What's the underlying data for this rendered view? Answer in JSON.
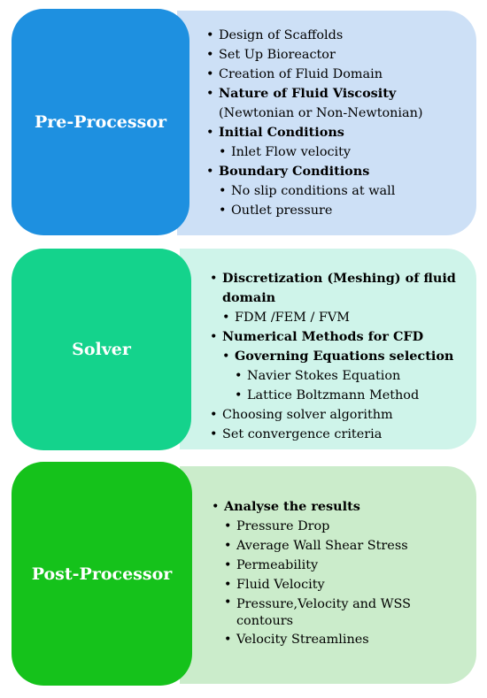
{
  "panels": [
    {
      "label": "Pre-Processor",
      "label_color": "#1e90e0",
      "detail_color": "#cde0f6",
      "items": [
        {
          "text": "Design of Scaffolds",
          "level": 1,
          "bold": false
        },
        {
          "text": "Set Up Bioreactor",
          "level": 1,
          "bold": false
        },
        {
          "text": "Creation of Fluid Domain",
          "level": 1,
          "bold": false
        },
        {
          "text": "Nature of Fluid Viscosity",
          "level": 1,
          "bold": true,
          "note": "(Newtonian or Non-Newtonian)"
        },
        {
          "text": "Initial Conditions",
          "level": 1,
          "bold": true
        },
        {
          "text": "Inlet Flow velocity",
          "level": 2,
          "bold": false
        },
        {
          "text": "Boundary Conditions",
          "level": 1,
          "bold": true
        },
        {
          "text": "No slip conditions at wall",
          "level": 2,
          "bold": false
        },
        {
          "text": "Outlet pressure",
          "level": 2,
          "bold": false
        }
      ]
    },
    {
      "label": "Solver",
      "label_color": "#14d38c",
      "detail_color": "#cff4ea",
      "items": [
        {
          "text": "Discretization (Meshing) of fluid",
          "level": 1,
          "bold": true,
          "continuation": "domain"
        },
        {
          "text": "FDM /FEM / FVM",
          "level": 2,
          "bold": false
        },
        {
          "text": "Numerical Methods for CFD",
          "level": 1,
          "bold": true
        },
        {
          "text": "Governing Equations selection",
          "level": 2,
          "bold": true
        },
        {
          "text": "Navier Stokes Equation",
          "level": 3,
          "bold": false
        },
        {
          "text": "Lattice Boltzmann Method",
          "level": 3,
          "bold": false
        },
        {
          "text": "Choosing solver algorithm",
          "level": 1,
          "bold": false
        },
        {
          "text": "Set convergence criteria",
          "level": 1,
          "bold": false
        }
      ]
    },
    {
      "label": "Post-Processor",
      "label_color": "#15c21b",
      "detail_color": "#cbeccb",
      "items": [
        {
          "text": "Analyse the results",
          "level": 1,
          "bold": true
        },
        {
          "text": "Pressure Drop",
          "level": 2,
          "bold": false
        },
        {
          "text": "Average Wall Shear Stress",
          "level": 2,
          "bold": false
        },
        {
          "text": "Permeability",
          "level": 2,
          "bold": false
        },
        {
          "text": "Fluid Velocity",
          "level": 2,
          "bold": false
        },
        {
          "text": "Pressure,Velocity and WSS",
          "level": 2,
          "bold": false,
          "continuation": "contours"
        },
        {
          "text": "Velocity Streamlines",
          "level": 2,
          "bold": false
        }
      ]
    }
  ]
}
